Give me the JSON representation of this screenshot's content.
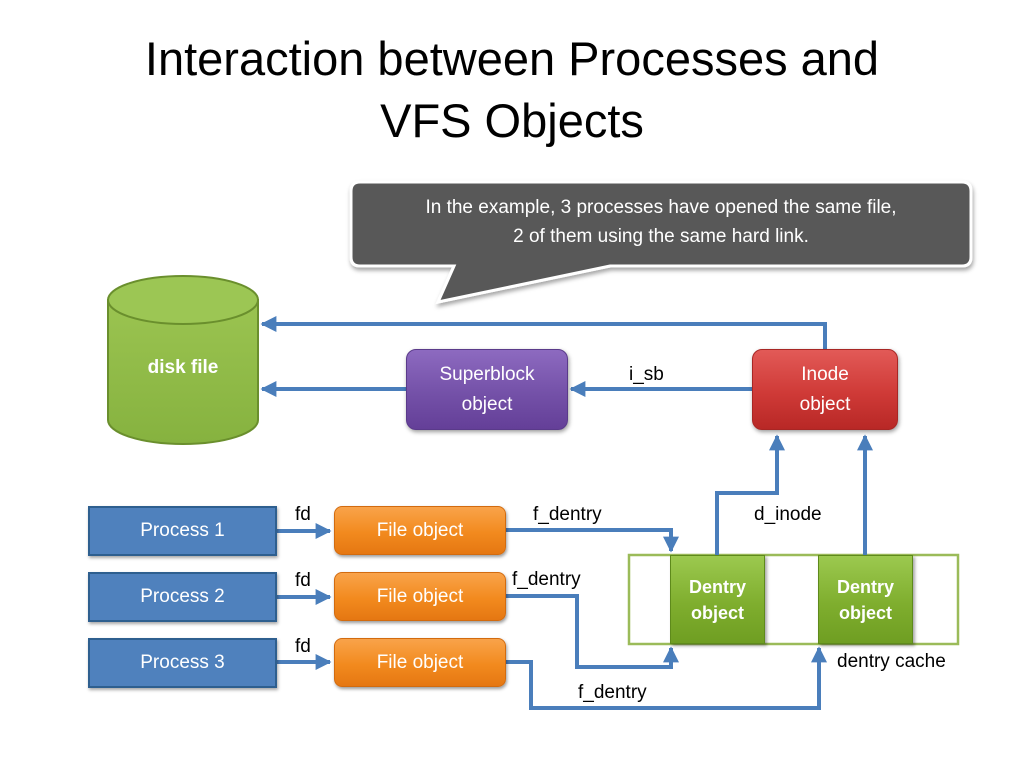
{
  "title": {
    "line1": "Interaction between Processes and",
    "line2": "VFS Objects"
  },
  "callout": {
    "line1": "In the example, 3 processes have opened the same file,",
    "line2": "2 of them using the same hard link."
  },
  "disk": {
    "label": "disk file"
  },
  "superblock": {
    "line1": "Superblock",
    "line2": "object"
  },
  "inode": {
    "line1": "Inode",
    "line2": "object"
  },
  "processes": [
    {
      "label": "Process 1",
      "fd_label": "fd",
      "file_label": "File object",
      "edge_label": "f_dentry"
    },
    {
      "label": "Process 2",
      "fd_label": "fd",
      "file_label": "File object",
      "edge_label": "f_dentry"
    },
    {
      "label": "Process 3",
      "fd_label": "fd",
      "file_label": "File object",
      "edge_label": "f_dentry"
    }
  ],
  "dentries": [
    {
      "line1": "Dentry",
      "line2": "object"
    },
    {
      "line1": "Dentry",
      "line2": "object"
    }
  ],
  "edge_labels": {
    "i_sb": "i_sb",
    "d_inode": "d_inode"
  },
  "dentry_cache_label": "dentry cache",
  "colors": {
    "arrow": "#4a7ebb",
    "process": "#4f81bd",
    "file_object": "#f28a1e",
    "superblock": "#7451a8",
    "inode": "#cf3a37",
    "dentry": "#7fae2e",
    "disk": "#8db646",
    "callout": "#595959"
  }
}
